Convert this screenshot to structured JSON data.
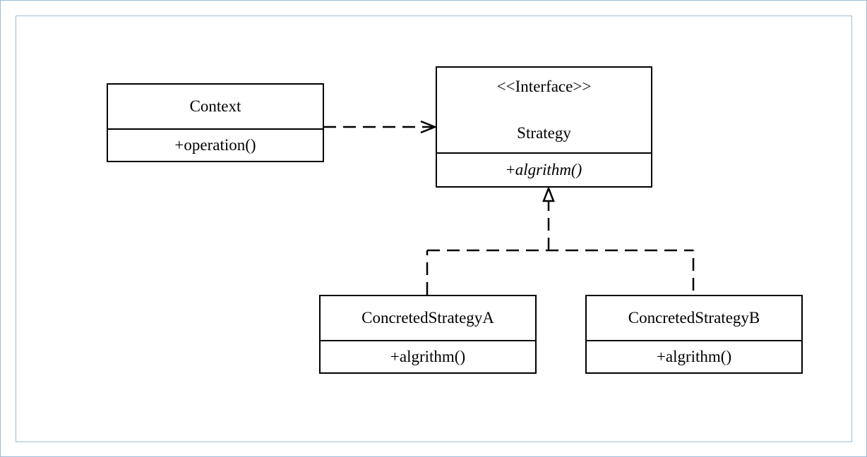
{
  "diagram": {
    "context": {
      "name": "Context",
      "method": "+operation()"
    },
    "strategy": {
      "stereotype": "<<Interface>>",
      "name": "Strategy",
      "method_prefix": "+",
      "method_name": "algrithm()"
    },
    "concrete_a": {
      "name": "ConcretedStrategyA",
      "method": "+algrithm()"
    },
    "concrete_b": {
      "name": "ConcretedStrategyB",
      "method": "+algrithm()"
    }
  }
}
